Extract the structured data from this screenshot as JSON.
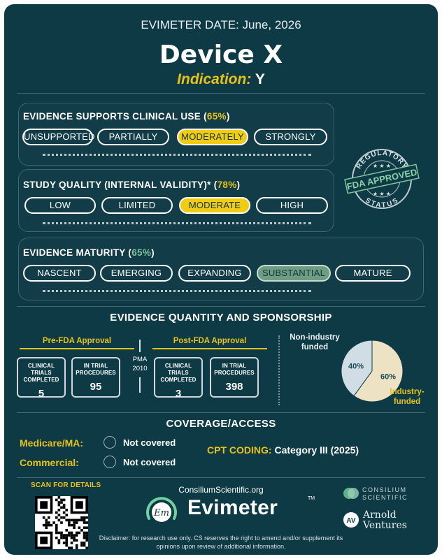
{
  "header": {
    "date_label": "EVIMETER DATE:",
    "date_value": "June, 2026",
    "title": "Device X",
    "indication_label": "Indication:",
    "indication_value": "Y"
  },
  "clinical_use": {
    "title": "EVIDENCE SUPPORTS CLINICAL USE",
    "percent": "65%",
    "options": [
      "UNSUPPORTED",
      "PARTIALLY",
      "MODERATELY",
      "STRONGLY"
    ],
    "selected": "MODERATELY"
  },
  "study_quality": {
    "title": "STUDY QUALITY (INTERNAL VALIDITY)*",
    "percent": "78%",
    "options": [
      "LOW",
      "LIMITED",
      "MODERATE",
      "HIGH"
    ],
    "selected": "MODERATE"
  },
  "maturity": {
    "title": "EVIDENCE MATURITY",
    "percent": "65%",
    "options": [
      "NASCENT",
      "EMERGING",
      "EXPANDING",
      "SUBSTANTIAL",
      "MATURE"
    ],
    "selected": "SUBSTANTIAL"
  },
  "stamp": {
    "top": "REGULATORY",
    "middle": "FDA APPROVED",
    "bottom": "STATUS"
  },
  "quantity": {
    "title": "EVIDENCE QUANTITY AND SPONSORSHIP",
    "pre_label": "Pre-FDA Approval",
    "post_label": "Post-FDA Approval",
    "pma_line1": "PMA",
    "pma_line2": "2010",
    "pre": {
      "trials_label_1": "CLINICAL TRIALS",
      "trials_label_2": "COMPLETED",
      "trials_value": "5",
      "proc_label_1": "IN TRIAL",
      "proc_label_2": "PROCEDURES",
      "proc_value": "95"
    },
    "post": {
      "trials_label_1": "CLINICAL TRIALS",
      "trials_label_2": "COMPLETED",
      "trials_value": "3",
      "proc_label_1": "IN TRIAL",
      "proc_label_2": "PROCEDURES",
      "proc_value": "398"
    }
  },
  "chart_data": {
    "type": "pie",
    "slices": [
      {
        "label_1": "Non-industry",
        "label_2": "funded",
        "value": 40,
        "value_label": "40%",
        "color": "#d0dde4"
      },
      {
        "label_1": "Industry-",
        "label_2": "funded",
        "value": 60,
        "value_label": "60%",
        "color": "#ede2c4"
      }
    ]
  },
  "coverage": {
    "title": "COVERAGE/ACCESS",
    "medicare_label": "Medicare/MA:",
    "medicare_value": "Not covered",
    "commercial_label": "Commercial:",
    "commercial_value": "Not covered",
    "cpt_label": "CPT CODING:",
    "cpt_value": "Category III (2025)"
  },
  "footer": {
    "scan": "SCAN FOR DETAILS",
    "site": "ConsiliumScientific.org",
    "brand": "Evimeter",
    "tm": "TM",
    "disclaimer": "Disclaimer: for research use only. CS reserves the right to amend and/or supplement its opinions upon review of additional information.",
    "cs_line1": "CONSILIUM",
    "cs_line2": "SCIENTIFIC",
    "av_line1": "Arnold",
    "av_line2": "Ventures"
  },
  "colors": {
    "background": "#0e3a45",
    "accent_yellow": "#f0cc14",
    "selected_green": "#6f9d83"
  }
}
